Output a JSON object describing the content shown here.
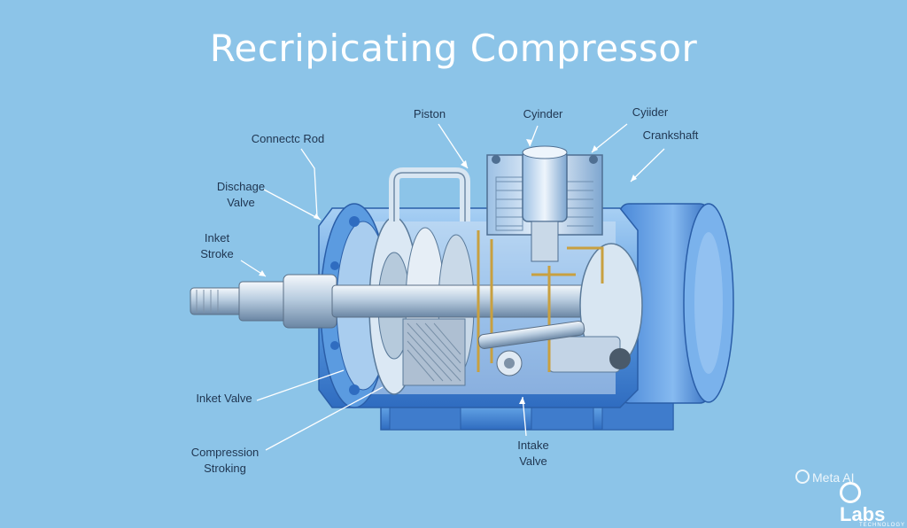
{
  "title": "Recripicating Compressor",
  "labels": {
    "piston": "Piston",
    "cylinder_1": "Cyinder",
    "cylinder_2": "Cyiider",
    "crankshaft": "Crankshaft",
    "connecting_rod": "Connectc Rod",
    "discharge_valve_1": "Dischage",
    "discharge_valve_2": "Valve",
    "inlet_stroke_1": "Inket",
    "inlet_stroke_2": "Stroke",
    "inlet_valve": "Inket Valve",
    "compression_stroking_1": "Compression",
    "compression_stroking_2": "Stroking",
    "intake_valve_1": "Intake",
    "intake_valve_2": "Valve"
  },
  "watermarks": {
    "meta_ai": "Meta AI",
    "labs": "Labs",
    "labs_sub": "TECHNOLOGY"
  },
  "colors": {
    "background": "#8cc4e8",
    "housing": "#5b9be0",
    "housing_dark": "#2f6cc0",
    "steel": "#d8e6f2",
    "brass": "#c8a040",
    "leader": "#ffffff"
  }
}
